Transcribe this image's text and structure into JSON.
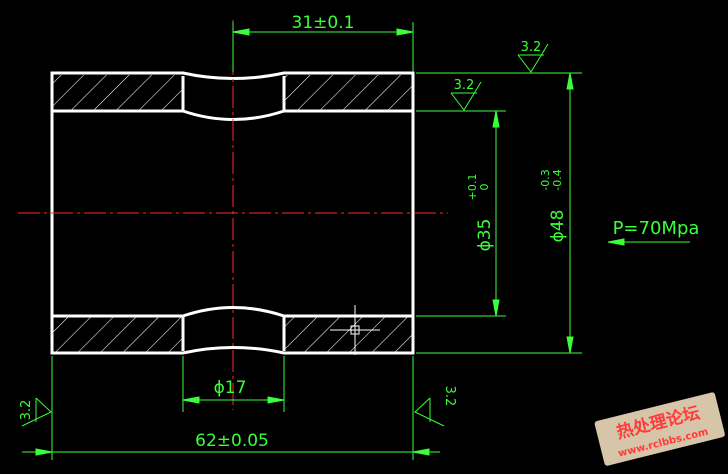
{
  "dimensions": {
    "top_width": "31±0.1",
    "bottom_width": "62±0.05",
    "groove_diameter": "ϕ17",
    "inner_diameter": {
      "base": "ϕ35",
      "upper": "+0.1",
      "lower": "0"
    },
    "outer_diameter": {
      "base": "ϕ48",
      "upper": "-0.3",
      "lower": "-0.4"
    }
  },
  "roughness": {
    "top_right": "3.2",
    "bore": "3.2",
    "left_bottom": "3.2",
    "right_bottom": "3.2"
  },
  "pressure": "P=70Mpa",
  "watermark": {
    "title": "热处理论坛",
    "url": "www.rclbbs.com"
  },
  "colors": {
    "outline": "#ffffff",
    "dimension": "#39ff39",
    "centerline": "#ff2a2a",
    "watermark_bg": "#e8d6b6",
    "watermark_text": "#ff3b3b"
  }
}
